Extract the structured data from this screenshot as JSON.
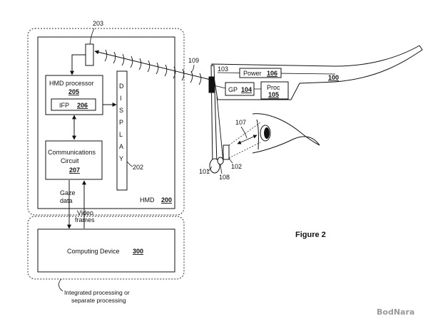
{
  "figure_title": "Figure 2",
  "watermark": "BodNara",
  "hmd": {
    "label": "HMD",
    "ref": "200",
    "processor": {
      "title": "HMD processor",
      "ref": "205"
    },
    "ifp": {
      "title": "IFP",
      "ref": "206"
    },
    "comm": {
      "line1": "Communications",
      "line2": "Circuit",
      "ref": "207"
    },
    "display": {
      "letters": [
        "D",
        "I",
        "S",
        "P",
        "L",
        "A",
        "Y"
      ],
      "ref": "202"
    },
    "sensor_ref": "203"
  },
  "arrows": {
    "gaze_line1": "Gaze",
    "gaze_line2": "data",
    "video_line1": "Video",
    "video_line2": "frames"
  },
  "computing_device": {
    "title": "Computing Device",
    "ref": "300"
  },
  "integrated_note": {
    "line1": "Integrated processing or",
    "line2": "separate processing"
  },
  "glasses": {
    "ref": "100",
    "power": {
      "title": "Power",
      "ref": "106"
    },
    "gp": {
      "title": "GP",
      "ref": "104"
    },
    "proc": {
      "title": "Proc",
      "ref": "105"
    },
    "refs": {
      "transmitter": "103",
      "signal": "109",
      "gaze": "107",
      "camera": "102",
      "lens": "101",
      "illuminator": "108"
    }
  }
}
